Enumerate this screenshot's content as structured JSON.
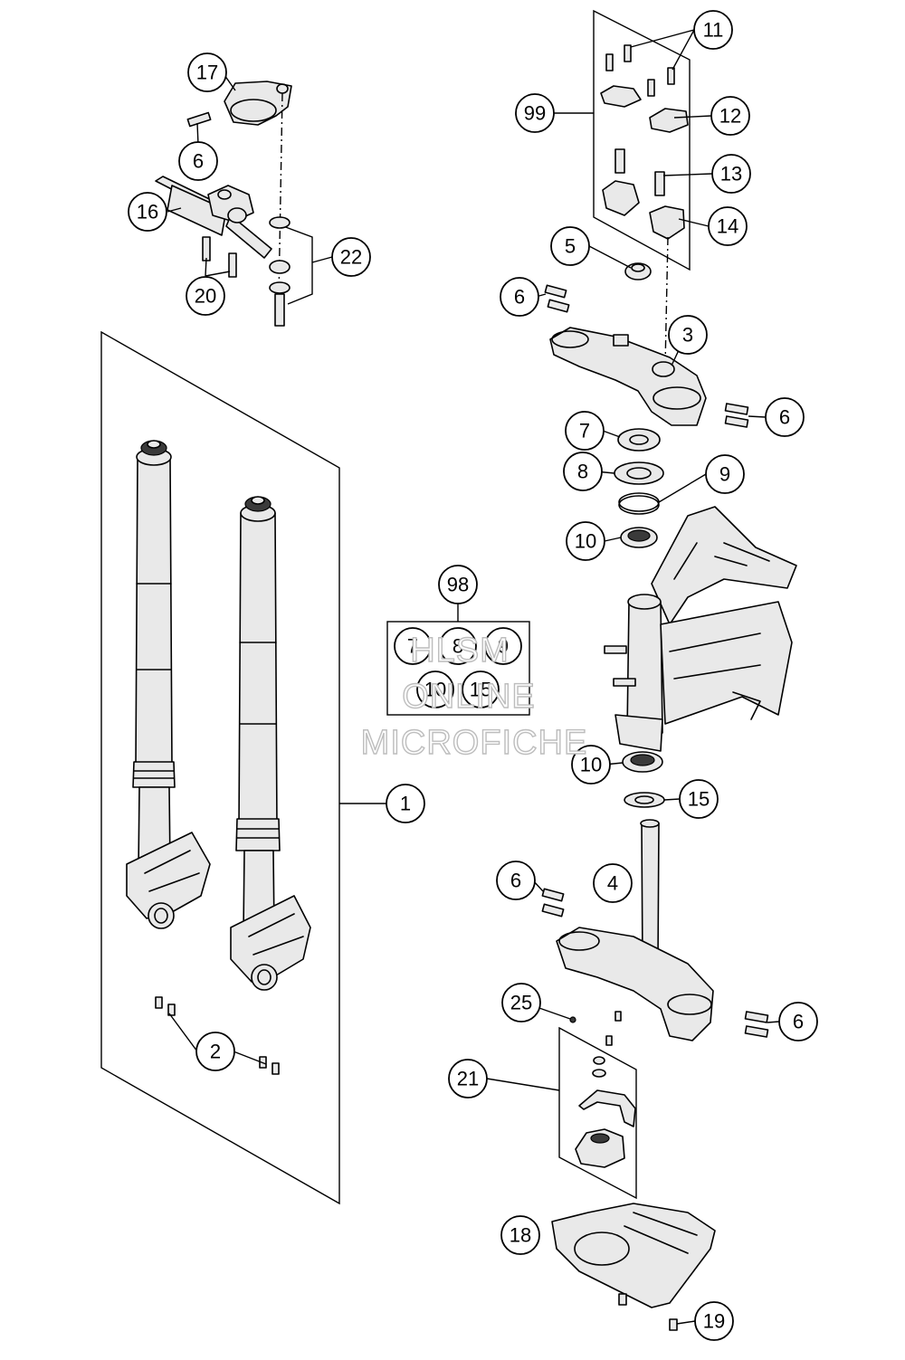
{
  "watermark": {
    "line1": "HLSM",
    "line2": "ONLINE",
    "line3": "MICROFICHE"
  },
  "callouts": {
    "c17": "17",
    "c6a": "6",
    "c16": "16",
    "c20": "20",
    "c22": "22",
    "c11": "11",
    "c99": "99",
    "c12": "12",
    "c13": "13",
    "c14": "14",
    "c5": "5",
    "c6b": "6",
    "c3": "3",
    "c6c": "6",
    "c7": "7",
    "c8": "8",
    "c9": "9",
    "c10a": "10",
    "c98": "98",
    "c1": "1",
    "c10b": "10",
    "c15": "15",
    "c6d": "6",
    "c4": "4",
    "c2": "2",
    "c25": "25",
    "c6e": "6",
    "c21": "21",
    "c18": "18",
    "c19": "19"
  },
  "kit98": {
    "k7": "7",
    "k8": "8",
    "k9": "9",
    "k10": "10",
    "k15": "15"
  }
}
